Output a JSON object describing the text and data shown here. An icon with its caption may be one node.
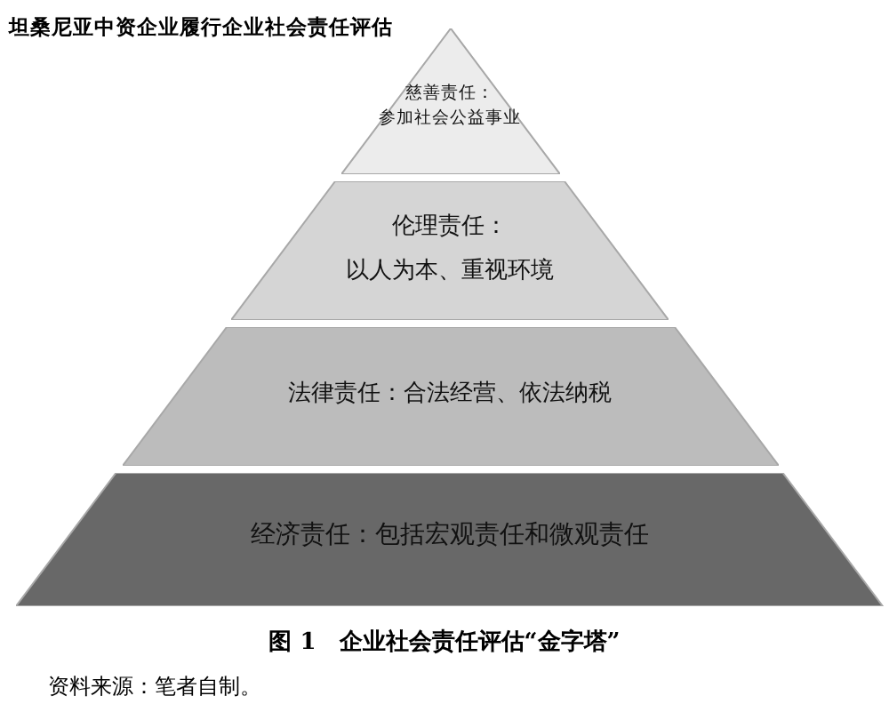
{
  "diagram": {
    "title": "坦桑尼亚中资企业履行企业社会责任评估",
    "nodes": [
      {
        "text": [
          "慈善责任：",
          "参加社会公益事业"
        ]
      },
      {
        "text": [
          "伦理责任：",
          "以人为本、重视环境"
        ]
      },
      {
        "text": [
          "法律责任：合法经营、依法纳税"
        ]
      },
      {
        "text": [
          "经济责任：包括宏观责任和微观责任"
        ]
      }
    ],
    "caption": "图 1　企业社会责任评估“金字塔”",
    "labels": [
      "资料来源：笔者自制。"
    ]
  }
}
